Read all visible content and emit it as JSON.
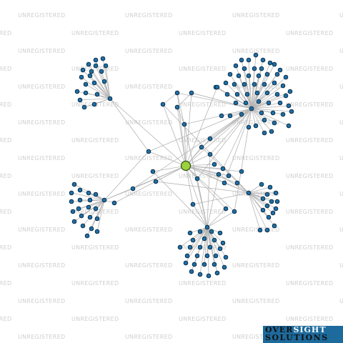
{
  "watermark": {
    "text": "UNREGISTERED"
  },
  "logo": {
    "line1_a": "OVER",
    "line1_b": "SIGHT",
    "line2": "SOLUTIONS"
  },
  "colors": {
    "node": "#1f6fa6",
    "center_node": "#9bd23c",
    "edge": "#b5b5b5",
    "logo_bg": "#1d6a9c"
  }
}
